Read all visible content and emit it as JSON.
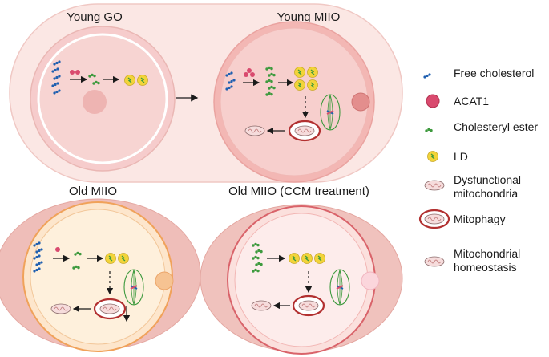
{
  "panels": {
    "young_go": {
      "title": "Young GO"
    },
    "young_miio": {
      "title": "Young MIIO"
    },
    "old_miio": {
      "title": "Old MIIO"
    },
    "old_miio_ccm": {
      "title": "Old MIIO (CCM treatment)"
    }
  },
  "legend": {
    "free_cholesterol": "Free cholesterol",
    "acat1": "ACAT1",
    "cholesteryl_ester": "Cholesteryl ester",
    "ld": "LD",
    "dysfunctional_line1": "Dysfunctional",
    "dysfunctional_line2": "mitochondria",
    "mitophagy": "Mitophagy",
    "homeostasis_line1": "Mitochondrial",
    "homeostasis_line2": "homeostasis"
  },
  "colors": {
    "free_cholesterol": "#1f5fb0",
    "acat1": "#d94a6e",
    "cholesteryl_ester": "#3e9a3e",
    "ld": "#f2d43a",
    "mitophagy_ring": "#b23030",
    "mitochondria": "#e8a8a8"
  }
}
